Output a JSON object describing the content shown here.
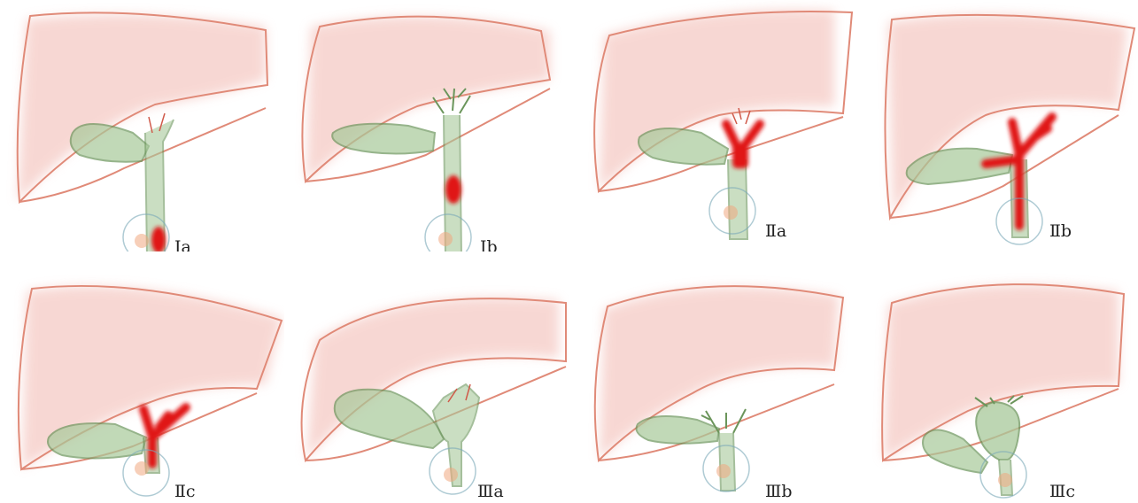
{
  "figure": {
    "colors": {
      "liver_outline": "#e08a78",
      "liver_fill": "#f2b8b0",
      "gallbladder_outline": "#6b955b",
      "duct_fill": "#a8c99a",
      "tumor": "#e01818",
      "vessel": "#d05a4a",
      "watermark": "#7aa8b8"
    },
    "panels": [
      {
        "label": "Ⅰa",
        "tumor": "distal-cbd"
      },
      {
        "label": "Ⅰb",
        "tumor": "mid-cbd"
      },
      {
        "label": "Ⅱa",
        "tumor": "hilar-short"
      },
      {
        "label": "Ⅱb",
        "tumor": "hilar-long"
      },
      {
        "label": "Ⅱc",
        "tumor": "hilar-y"
      },
      {
        "label": "Ⅲa",
        "tumor": "none-enlarged-gallbladder"
      },
      {
        "label": "Ⅲb",
        "tumor": "none-small-gallbladder"
      },
      {
        "label": "Ⅲc",
        "tumor": "none-cyst"
      }
    ]
  }
}
